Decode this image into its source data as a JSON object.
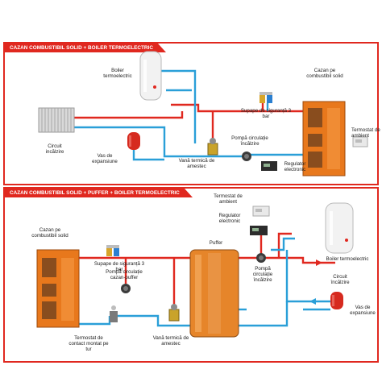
{
  "colors": {
    "hot_pipe": "#e0281f",
    "cold_pipe": "#2a9fd8",
    "frame": "#e0281f",
    "boiler_orange": "#e8781c"
  },
  "top": {
    "title": "CAZAN COMBUSTIBIL SOLID + BOILER TERMOELECTRIC",
    "labels": {
      "boiler": "Boiler termoelectric",
      "cazan": "Cazan pe combustibil solid",
      "supape": "Supape de siguranță 3 bar",
      "circuit": "Circuit incălzire",
      "vas": "Vas de expansiune",
      "vana": "Vană termică de amestec",
      "pompa": "Pompă circulație încălzire",
      "termostat": "Termostat de ambient",
      "regulator": "Regulator electronic"
    }
  },
  "bottom": {
    "title": "CAZAN COMBUSTIBIL SOLID + PUFFER + BOILER TERMOELECTRIC",
    "labels": {
      "termostat": "Termostat de ambient",
      "regulator": "Regulator electronic",
      "cazan": "Cazan pe combustibil solid",
      "supape": "Supape de siguranță 3 bar",
      "puffer": "Puffer",
      "pompa_inc": "Pompă circulație încălzire",
      "boiler": "Boiler termoelectric",
      "pompa_puffer": "Pompă circulație cazan-puffer",
      "circuit": "Circuit încălzire",
      "vas": "Vas de expansiune",
      "termostat_contact": "Termostat de contact montat pe tur",
      "vana": "Vană termică de amestec"
    }
  }
}
